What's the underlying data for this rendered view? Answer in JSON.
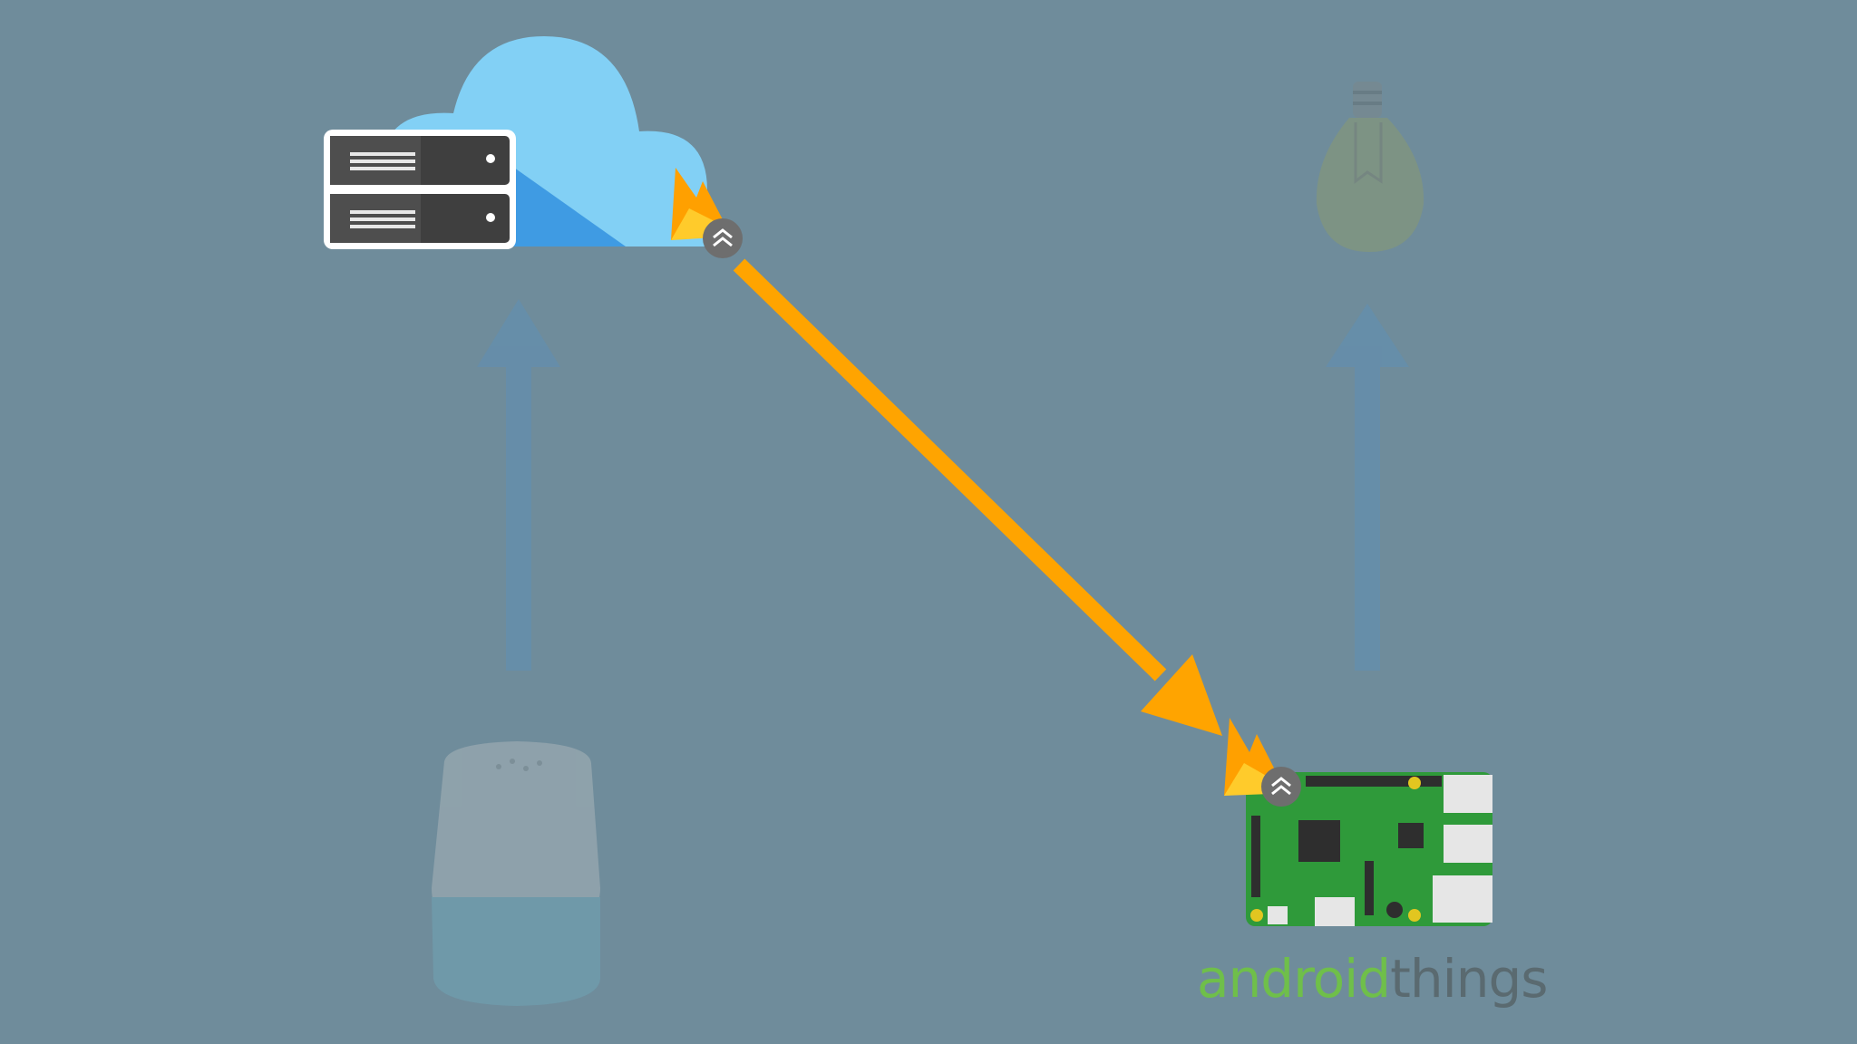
{
  "scene": {
    "background": "#6f8c9b",
    "nodes": [
      {
        "id": "cloud-server",
        "icon": "cloud-server-icon",
        "state": "highlighted"
      },
      {
        "id": "firebase-cloud",
        "icon": "firebase-icon",
        "state": "highlighted"
      },
      {
        "id": "google-home",
        "icon": "smart-speaker-icon",
        "state": "dimmed"
      },
      {
        "id": "light-bulb",
        "icon": "light-bulb-icon",
        "state": "dimmed"
      },
      {
        "id": "raspberry-pi",
        "icon": "raspberry-pi-board-icon",
        "state": "highlighted"
      },
      {
        "id": "firebase-device",
        "icon": "firebase-icon",
        "state": "highlighted"
      }
    ],
    "arrows": [
      {
        "from": "google-home",
        "to": "cloud-server",
        "color": "#5f8fb5",
        "state": "dimmed"
      },
      {
        "from": "firebase-cloud",
        "to": "raspberry-pi",
        "color": "#ffa400",
        "state": "active"
      },
      {
        "from": "raspberry-pi",
        "to": "light-bulb",
        "color": "#5f8fb5",
        "state": "dimmed"
      }
    ]
  },
  "logo": {
    "part1": "android",
    "part2": "things",
    "part1_color": "#6fbf4a",
    "part2_color": "#5a6a70"
  }
}
